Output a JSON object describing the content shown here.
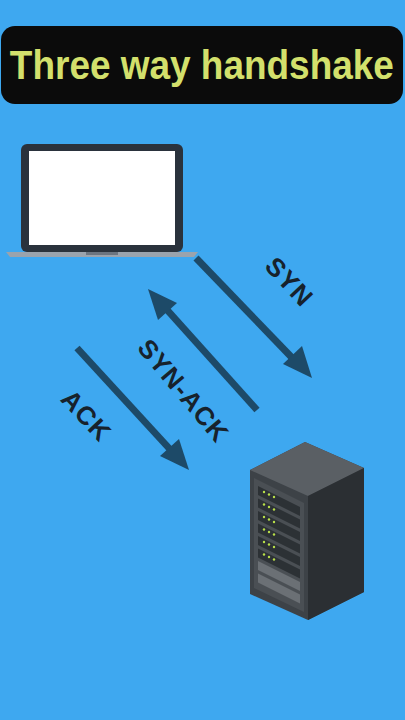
{
  "diagram": {
    "title": "Three way handshake",
    "labels": [
      "SYN",
      "SYN-ACK",
      "ACK"
    ]
  }
}
